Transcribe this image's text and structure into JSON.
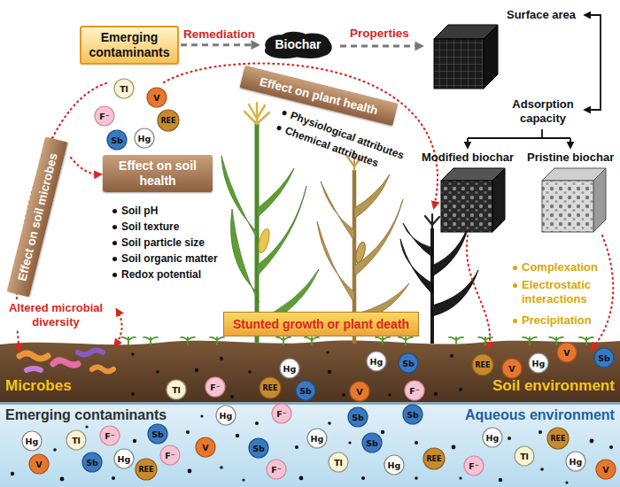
{
  "diagram": {
    "nodes": [
      {
        "text": [
          "Emerging contaminants"
        ]
      },
      {
        "text": [
          "Biochar"
        ]
      },
      {
        "text": [
          "Effect on plant health"
        ]
      },
      {
        "text": [
          "Effect on soil microbes"
        ]
      },
      {
        "text": [
          "Effect on soil health"
        ]
      },
      {
        "text": [
          "Stunted growth or plant death"
        ]
      },
      {
        "text": [
          "Tl"
        ]
      },
      {
        "text": [
          "V"
        ]
      },
      {
        "text": [
          "F⁻"
        ]
      },
      {
        "text": [
          "REE"
        ]
      },
      {
        "text": [
          "Sb"
        ]
      },
      {
        "text": [
          "Hg"
        ]
      },
      {
        "text": [
          "Tl"
        ]
      },
      {
        "text": [
          "F⁻"
        ]
      },
      {
        "text": [
          "REE"
        ]
      },
      {
        "text": [
          "Hg"
        ]
      },
      {
        "text": [
          "Sb"
        ]
      },
      {
        "text": [
          "V"
        ]
      },
      {
        "text": [
          "Hg"
        ]
      },
      {
        "text": [
          "Sb"
        ]
      },
      {
        "text": [
          "F⁻"
        ]
      },
      {
        "text": [
          "REE"
        ]
      },
      {
        "text": [
          "V"
        ]
      },
      {
        "text": [
          "Hg"
        ]
      },
      {
        "text": [
          "V"
        ]
      },
      {
        "text": [
          "Sb"
        ]
      },
      {
        "text": [
          "Hg"
        ]
      },
      {
        "text": [
          "F⁻"
        ]
      },
      {
        "text": [
          "Sb"
        ]
      },
      {
        "text": [
          "Sb"
        ]
      },
      {
        "text": [
          "Hg"
        ]
      },
      {
        "text": [
          "V"
        ]
      },
      {
        "text": [
          "Tl"
        ]
      },
      {
        "text": [
          "Sb"
        ]
      },
      {
        "text": [
          "F⁻"
        ]
      },
      {
        "text": [
          "Hg"
        ]
      },
      {
        "text": [
          "REE"
        ]
      },
      {
        "text": [
          "Sb"
        ]
      },
      {
        "text": [
          "F⁻"
        ]
      },
      {
        "text": [
          "V"
        ]
      },
      {
        "text": [
          "Sb"
        ]
      },
      {
        "text": [
          "F⁻"
        ]
      },
      {
        "text": [
          "Hg"
        ]
      },
      {
        "text": [
          "Tl"
        ]
      },
      {
        "text": [
          "Sb"
        ]
      },
      {
        "text": [
          "Hg"
        ]
      },
      {
        "text": [
          "REE"
        ]
      },
      {
        "text": [
          "F⁻"
        ]
      },
      {
        "text": [
          "Hg"
        ]
      },
      {
        "text": [
          "Tl"
        ]
      },
      {
        "text": [
          "REE"
        ]
      },
      {
        "text": [
          "Hg"
        ]
      },
      {
        "text": [
          "V"
        ]
      }
    ],
    "edges": [
      {
        "from": 0,
        "to": 1,
        "arrow": "to",
        "label": "Remediation"
      }
    ],
    "labels": [
      "Properties",
      "Surface area",
      "Adsorption capacity",
      "Modified biochar",
      "Pristine biochar",
      "Physiological attributes",
      "Chemical attributes",
      "Soil pH",
      "Soil texture",
      "Soil particle size",
      "Soil organic matter",
      "Redox potential",
      "Altered microbial diversity",
      "Complexation",
      "Electrostatic interactions",
      "Precipitation",
      "Microbes",
      "Soil environment",
      "Emerging contaminants",
      "Aqueous environment"
    ]
  }
}
